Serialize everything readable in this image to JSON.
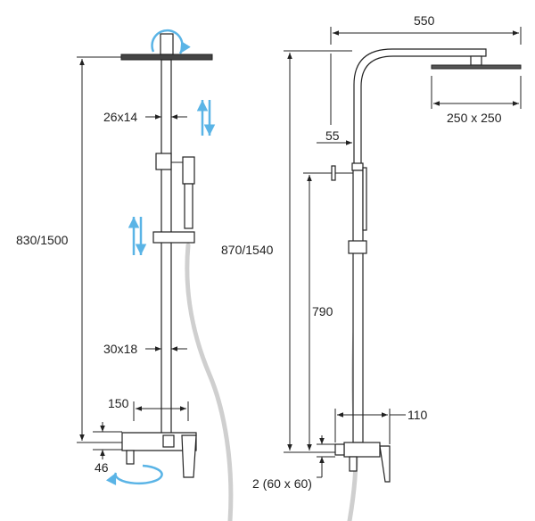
{
  "left_view": {
    "height_label": "830/1500",
    "upper_tube_label": "26x14",
    "lower_tube_label": "30x18",
    "mixer_width_label": "150",
    "bottom_offset_label": "46"
  },
  "right_view": {
    "arm_length_label": "550",
    "head_size_label": "250 x 250",
    "arm_offset_label": "55",
    "height_label": "870/1540",
    "outlet_height_label": "790",
    "mixer_depth_label": "110",
    "connection_label": "2 (60 x 60)"
  },
  "colors": {
    "line": "#222222",
    "hose": "#cfcfcf",
    "arrows": "#5ab4e6"
  }
}
